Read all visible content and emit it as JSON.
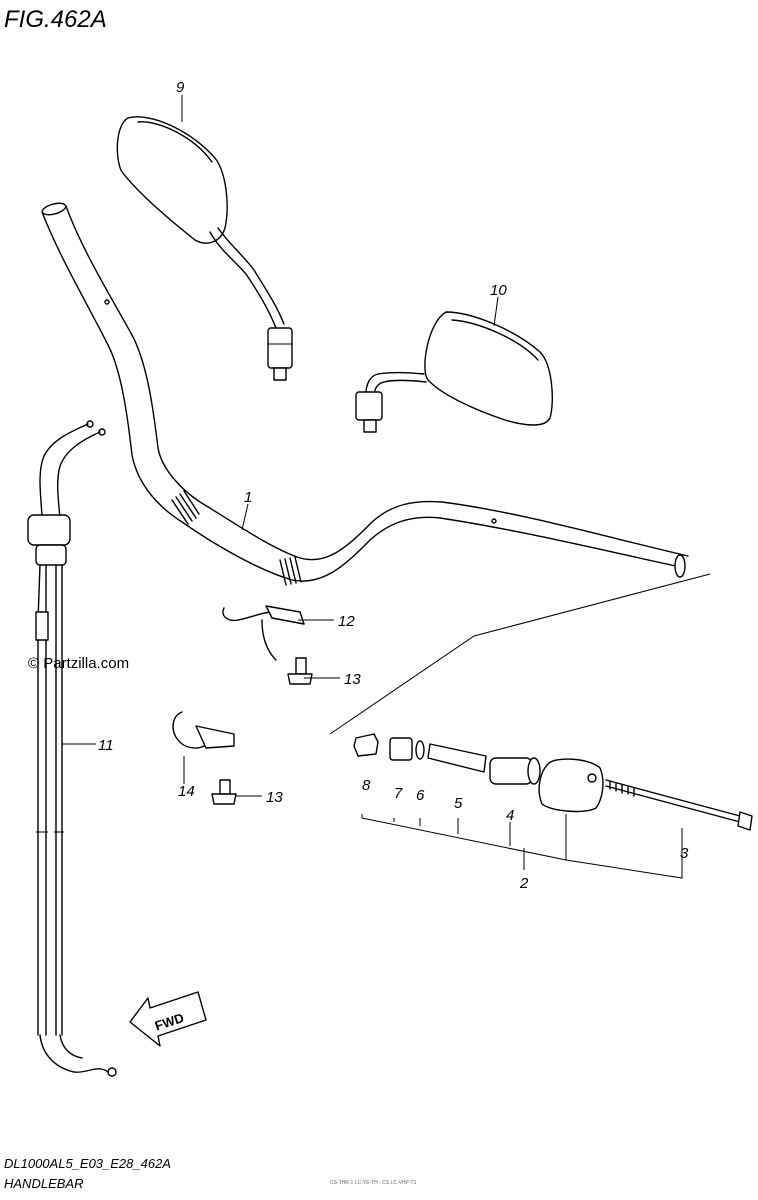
{
  "figure": {
    "title": "FIG.462A",
    "code": "DL1000AL5_E03_E28_462A",
    "name": "HANDLEBAR",
    "watermark": "© Partzilla.com",
    "fwd_label": "FWD",
    "tiny_note": "CS-THR-1 LC-YE-TH - CS LC-VHP-T1"
  },
  "callouts": {
    "c1": "1",
    "c2": "2",
    "c3": "3",
    "c4": "4",
    "c5": "5",
    "c6": "6",
    "c7": "7",
    "c8": "8",
    "c9": "9",
    "c10": "10",
    "c11": "11",
    "c12": "12",
    "c13a": "13",
    "c13b": "13",
    "c14": "14"
  }
}
